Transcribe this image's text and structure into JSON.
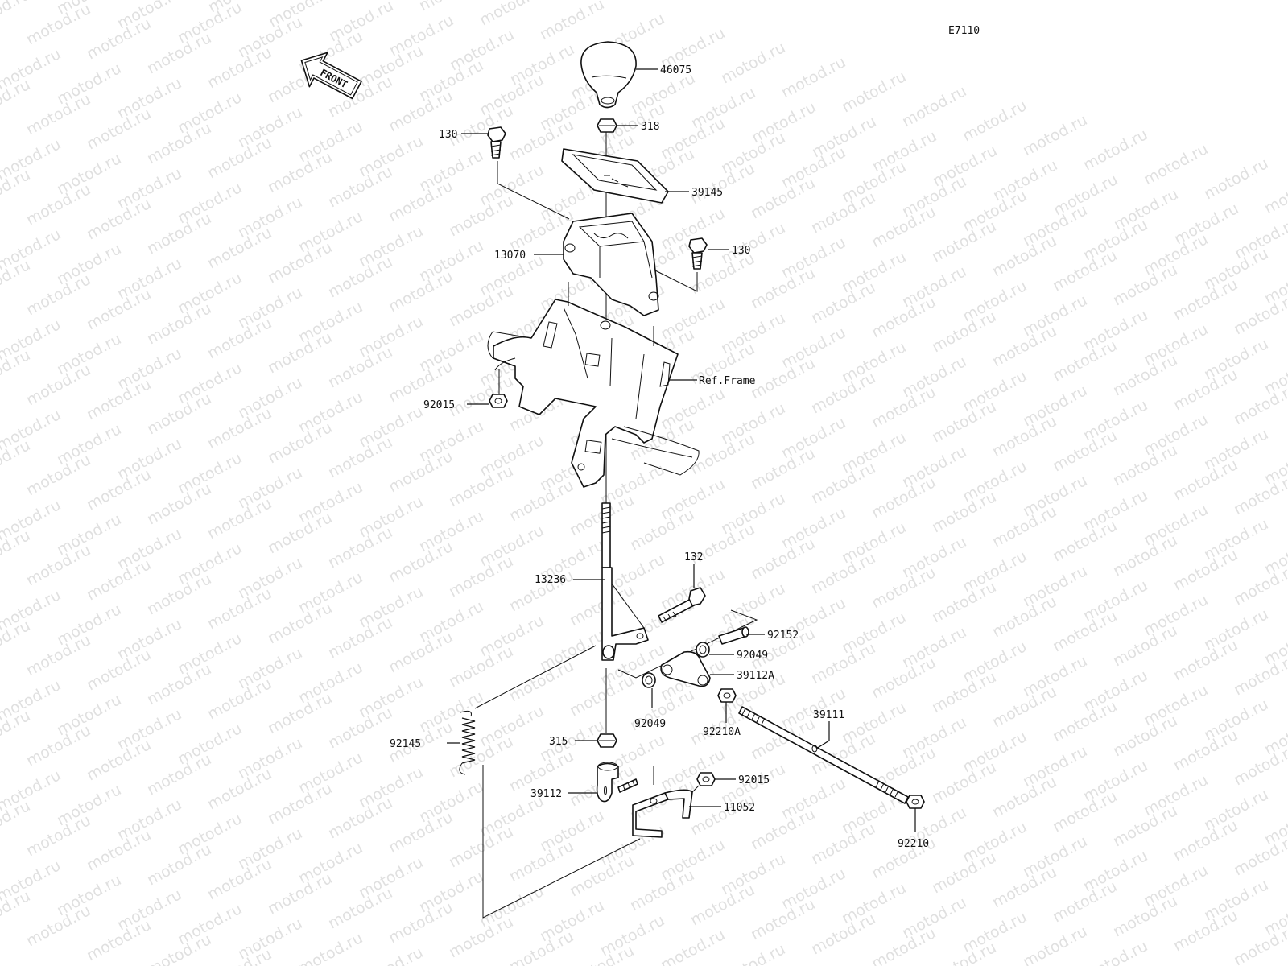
{
  "diagram_id": "E7110",
  "front_arrow": {
    "label": "FRONT",
    "icon": "front-direction-arrow-icon"
  },
  "watermark": "motod.ru",
  "labels": {
    "p46075": "46075",
    "p318": "318",
    "p130_left": "130",
    "p39145": "39145",
    "p13070": "13070",
    "p130_right": "130",
    "ref_frame": "Ref.Frame",
    "p92015_upper": "92015",
    "p132": "132",
    "p13236": "13236",
    "p92152": "92152",
    "p92049_right": "92049",
    "p39112A": "39112A",
    "p92049_left": "92049",
    "p92210A": "92210A",
    "p39111": "39111",
    "p92145": "92145",
    "p315": "315",
    "p92015_lower": "92015",
    "p39112": "39112",
    "p11052": "11052",
    "p92210": "92210"
  },
  "colors": {
    "line": "#111111",
    "background": "#ffffff",
    "watermark": "#c8c8c8"
  }
}
